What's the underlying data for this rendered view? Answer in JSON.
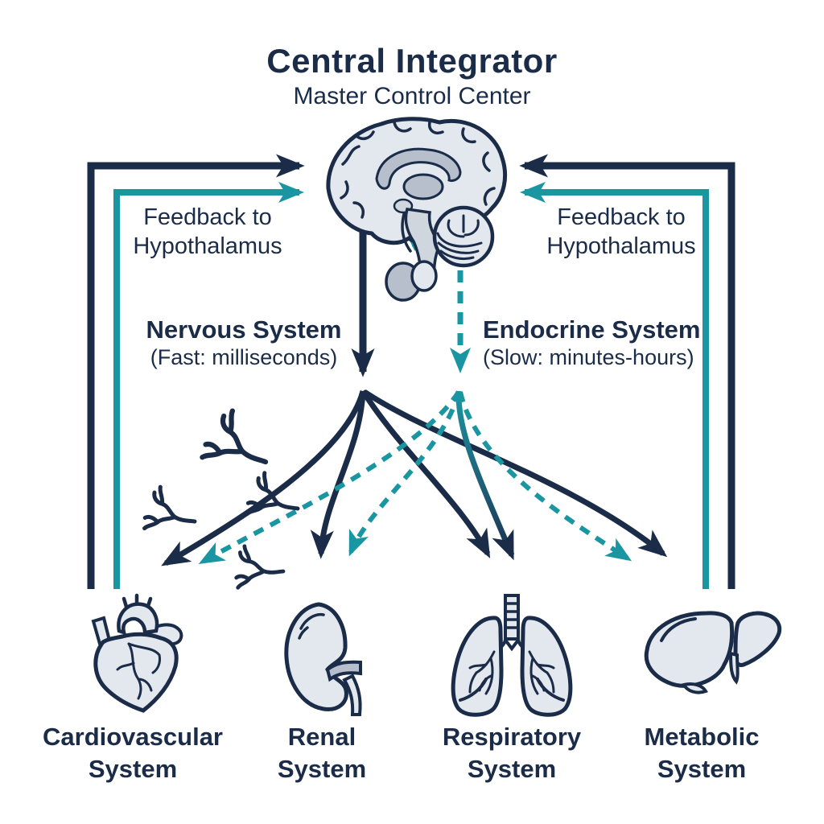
{
  "title": {
    "heading": "Central Integrator",
    "subheading": "Master Control Center"
  },
  "integrator": {
    "organ": "brain-with-pituitary"
  },
  "feedback": {
    "left_label": "Feedback to\nHypothalamus",
    "right_label": "Feedback to\nHypothalamus"
  },
  "pathways": {
    "nervous": {
      "name": "Nervous System",
      "speed": "(Fast: milliseconds)",
      "line_style": "solid",
      "color": "#1b2c49"
    },
    "endocrine": {
      "name": "Endocrine System",
      "speed": "(Slow: minutes-hours)",
      "line_style": "dashed",
      "color": "#1a96a2"
    }
  },
  "systems": [
    {
      "name": "Cardiovascular\nSystem",
      "organ": "heart"
    },
    {
      "name": "Renal\nSystem",
      "organ": "kidney"
    },
    {
      "name": "Respiratory\nSystem",
      "organ": "lungs"
    },
    {
      "name": "Metabolic\nSystem",
      "organ": "liver"
    }
  ],
  "colors": {
    "navy": "#1b2c49",
    "teal": "#1a96a2",
    "organ_fill": "#e3e8ef",
    "organ_fill_mid": "#cfd6de",
    "organ_fill_dark": "#b6bfcb",
    "background": "#ffffff"
  }
}
